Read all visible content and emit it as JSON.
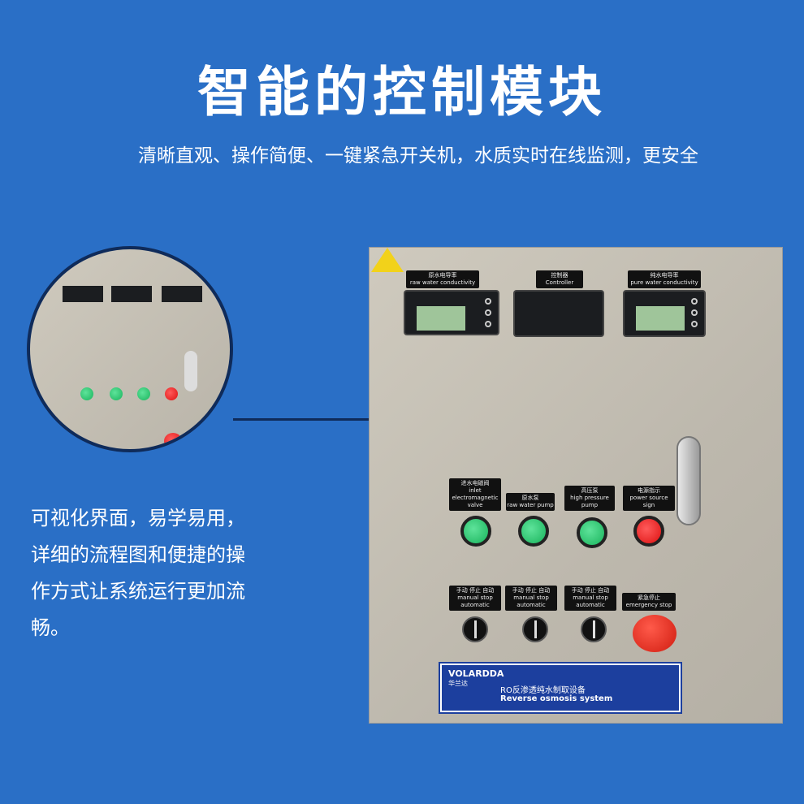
{
  "title": "智能的控制模块",
  "subtitle": "清晰直观、操作简便、一键紧急开关机，水质实时在线监测，更安全",
  "description": "可视化界面，易学易用，详细的流程图和便捷的操作方式让系统运行更加流畅。",
  "panel": {
    "meters": [
      {
        "cn": "原水电导率",
        "en": "raw water conductivity"
      },
      {
        "cn": "控制器",
        "en": "Controller"
      },
      {
        "cn": "纯水电导率",
        "en": "pure water conductivity"
      }
    ],
    "lamps": [
      {
        "cn": "进水电磁阀",
        "en": "inlet electromagnetic valve",
        "color": "#19b35c"
      },
      {
        "cn": "原水泵",
        "en": "raw water pump",
        "color": "#19b35c"
      },
      {
        "cn": "高压泵",
        "en": "high pressure pump",
        "color": "#19b35c"
      },
      {
        "cn": "电源指示",
        "en": "power source sign",
        "color": "#d11111"
      }
    ],
    "switches": [
      {
        "cn": "手动 停止 自动",
        "en": "manual stop automatic"
      },
      {
        "cn": "手动 停止 自动",
        "en": "manual stop automatic"
      },
      {
        "cn": "手动 停止 自动",
        "en": "manual stop automatic"
      }
    ],
    "estop": {
      "cn": "紧急停止",
      "en": "emergency stop"
    },
    "plate": {
      "brand": "VOLARDDA",
      "brand_cn": "华兰达",
      "product_cn": "RO反渗透纯水制取设备",
      "product_en": "Reverse osmosis system"
    }
  }
}
